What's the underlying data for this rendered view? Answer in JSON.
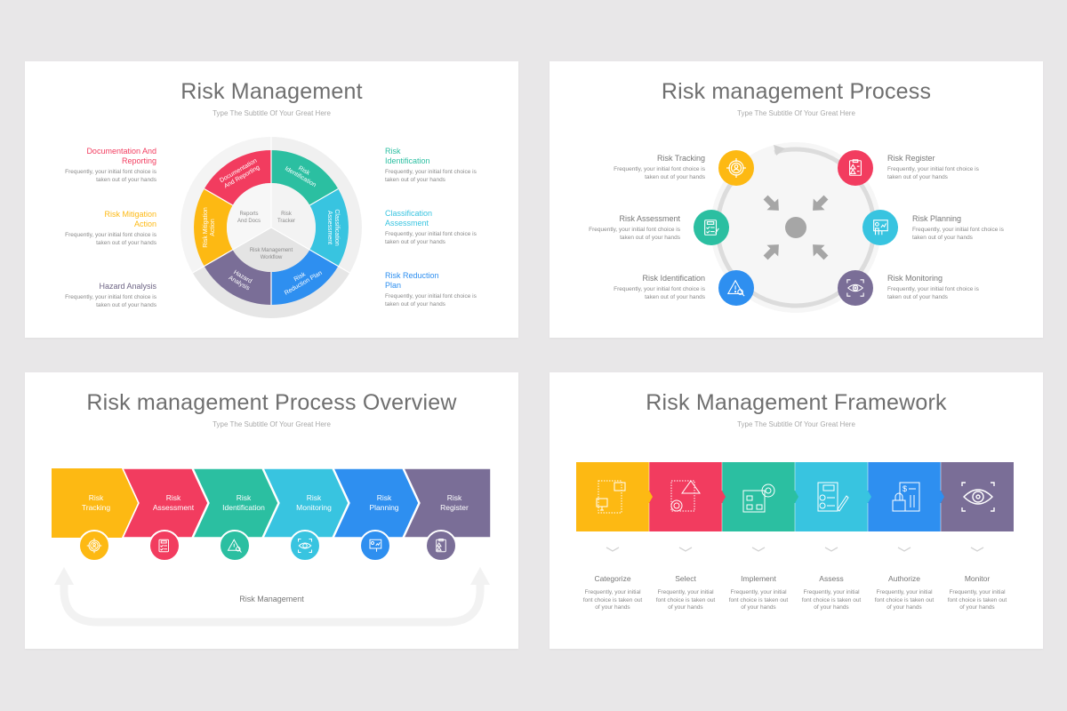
{
  "colors": {
    "yellow": "#fdb913",
    "red": "#f23c5f",
    "teal": "#2bbfa1",
    "cyan": "#38c4e0",
    "blue": "#2e8ff0",
    "purple": "#7a6e97",
    "title_gray": "#6f6f6f",
    "background": "#e8e7e8"
  },
  "slide1": {
    "title": "Risk Management",
    "subtitle": "Type The Subtitle Of Your Great Here",
    "left_items": [
      {
        "label_line1": "Documentation And",
        "label_line2": "Reporting",
        "desc_line1": "Frequently, your initial font choice is",
        "desc_line2": "taken out of your hands",
        "color": "#f23c5f"
      },
      {
        "label_line1": "Risk Mitigation",
        "label_line2": "Action",
        "desc_line1": "Frequently, your initial font choice is",
        "desc_line2": "taken out of your hands",
        "color": "#fdb913"
      },
      {
        "label_line1": "Hazard Analysis",
        "label_line2": "",
        "desc_line1": "Frequently, your initial font choice is",
        "desc_line2": "taken out of your hands",
        "color": "#6e6585"
      }
    ],
    "right_items": [
      {
        "label_line1": "Risk",
        "label_line2": "Identification",
        "desc_line1": "Frequently, your initial font choice is",
        "desc_line2": "taken out of your hands",
        "color": "#2bbfa1"
      },
      {
        "label_line1": "Classification",
        "label_line2": "Assessment",
        "desc_line1": "Frequently, your initial font choice is",
        "desc_line2": "taken out of your hands",
        "color": "#38c4e0"
      },
      {
        "label_line1": "Risk Reduction",
        "label_line2": "Plan",
        "desc_line1": "Frequently, your initial font choice is",
        "desc_line2": "taken out of your hands",
        "color": "#2e8ff0"
      }
    ],
    "wheel": {
      "segments": [
        {
          "line1": "Risk",
          "line2": "Identification",
          "color": "#2bbfa1"
        },
        {
          "line1": "Classification",
          "line2": "Assessment",
          "color": "#38c4e0"
        },
        {
          "line1": "Risk",
          "line2": "Reduction Plan",
          "color": "#2e8ff0"
        },
        {
          "line1": "Hazard",
          "line2": "Analysis",
          "color": "#7a6e97"
        },
        {
          "line1": "Risk Mitigation",
          "line2": "Action",
          "color": "#fdb913"
        },
        {
          "line1": "Documentation",
          "line2": "And Reporting",
          "color": "#f23c5f"
        }
      ],
      "center": [
        {
          "line1": "Risk",
          "line2": "Tracker"
        },
        {
          "line1": "Risk Management",
          "line2": "Workflow"
        },
        {
          "line1": "Reports",
          "line2": "And Docs"
        }
      ]
    }
  },
  "slide2": {
    "title": "Risk management Process",
    "subtitle": "Type The Subtitle Of Your Great Here",
    "items": [
      {
        "label": "Risk Tracking",
        "desc_line1": "Frequently, your initial font choice is",
        "desc_line2": "taken out of your hands",
        "icon": "target-person-icon",
        "color": "#fdb913"
      },
      {
        "label": "Risk Assessment",
        "desc_line1": "Frequently, your initial font choice is",
        "desc_line2": "taken out of your hands",
        "icon": "checklist-icon",
        "color": "#2bbfa1"
      },
      {
        "label": "Risk Identification",
        "desc_line1": "Frequently, your initial font choice is",
        "desc_line2": "taken out of your hands",
        "icon": "warning-search-icon",
        "color": "#2e8ff0"
      },
      {
        "label": "Risk Register",
        "desc_line1": "Frequently, your initial font choice is",
        "desc_line2": "taken out of your hands",
        "icon": "clipboard-warning-icon",
        "color": "#f23c5f"
      },
      {
        "label": "Risk Planning",
        "desc_line1": "Frequently, your initial font choice is",
        "desc_line2": "taken out of your hands",
        "icon": "presentation-board-icon",
        "color": "#38c4e0"
      },
      {
        "label": "Risk Monitoring",
        "desc_line1": "Frequently, your initial font choice is",
        "desc_line2": "taken out of your hands",
        "icon": "eye-scan-icon",
        "color": "#7a6e97"
      }
    ]
  },
  "slide3": {
    "title": "Risk management Process Overview",
    "subtitle": "Type The Subtitle Of Your Great Here",
    "steps": [
      {
        "line1": "Risk",
        "line2": "Tracking",
        "icon": "target-person-icon",
        "color": "#fdb913"
      },
      {
        "line1": "Risk",
        "line2": "Assessment",
        "icon": "checklist-icon",
        "color": "#f23c5f"
      },
      {
        "line1": "Risk",
        "line2": "Identification",
        "icon": "warning-search-icon",
        "color": "#2bbfa1"
      },
      {
        "line1": "Risk",
        "line2": "Monitoring",
        "icon": "eye-scan-icon",
        "color": "#38c4e0"
      },
      {
        "line1": "Risk",
        "line2": "Planning",
        "icon": "presentation-board-icon",
        "color": "#2e8ff0"
      },
      {
        "line1": "Risk",
        "line2": "Register",
        "icon": "clipboard-warning-icon",
        "color": "#7a6e97"
      }
    ],
    "loop_label": "Risk Management"
  },
  "slide4": {
    "title": "Risk Management Framework",
    "subtitle": "Type The Subtitle Of Your Great Here",
    "steps": [
      {
        "label": "Categorize",
        "desc_line1": "Frequently, your initial",
        "desc_line2": "font choice is taken out",
        "desc_line3": "of your hands",
        "icon": "monitor-folder-icon",
        "color": "#fdb913"
      },
      {
        "label": "Select",
        "desc_line1": "Frequently, your initial",
        "desc_line2": "font choice is taken out",
        "desc_line3": "of your hands",
        "icon": "gear-warning-icon",
        "color": "#f23c5f"
      },
      {
        "label": "Implement",
        "desc_line1": "Frequently, your initial",
        "desc_line2": "font choice is taken out",
        "desc_line3": "of your hands",
        "icon": "blueprint-gear-icon",
        "color": "#2bbfa1"
      },
      {
        "label": "Assess",
        "desc_line1": "Frequently, your initial",
        "desc_line2": "font choice is taken out",
        "desc_line3": "of your hands",
        "icon": "checklist-pencil-icon",
        "color": "#38c4e0"
      },
      {
        "label": "Authorize",
        "desc_line1": "Frequently, your initial",
        "desc_line2": "font choice is taken out",
        "desc_line3": "of your hands",
        "icon": "document-lock-icon",
        "color": "#2e8ff0"
      },
      {
        "label": "Monitor",
        "desc_line1": "Frequently, your initial",
        "desc_line2": "font choice is taken out",
        "desc_line3": "of your hands",
        "icon": "eye-scan-icon",
        "color": "#7a6e97"
      }
    ]
  }
}
